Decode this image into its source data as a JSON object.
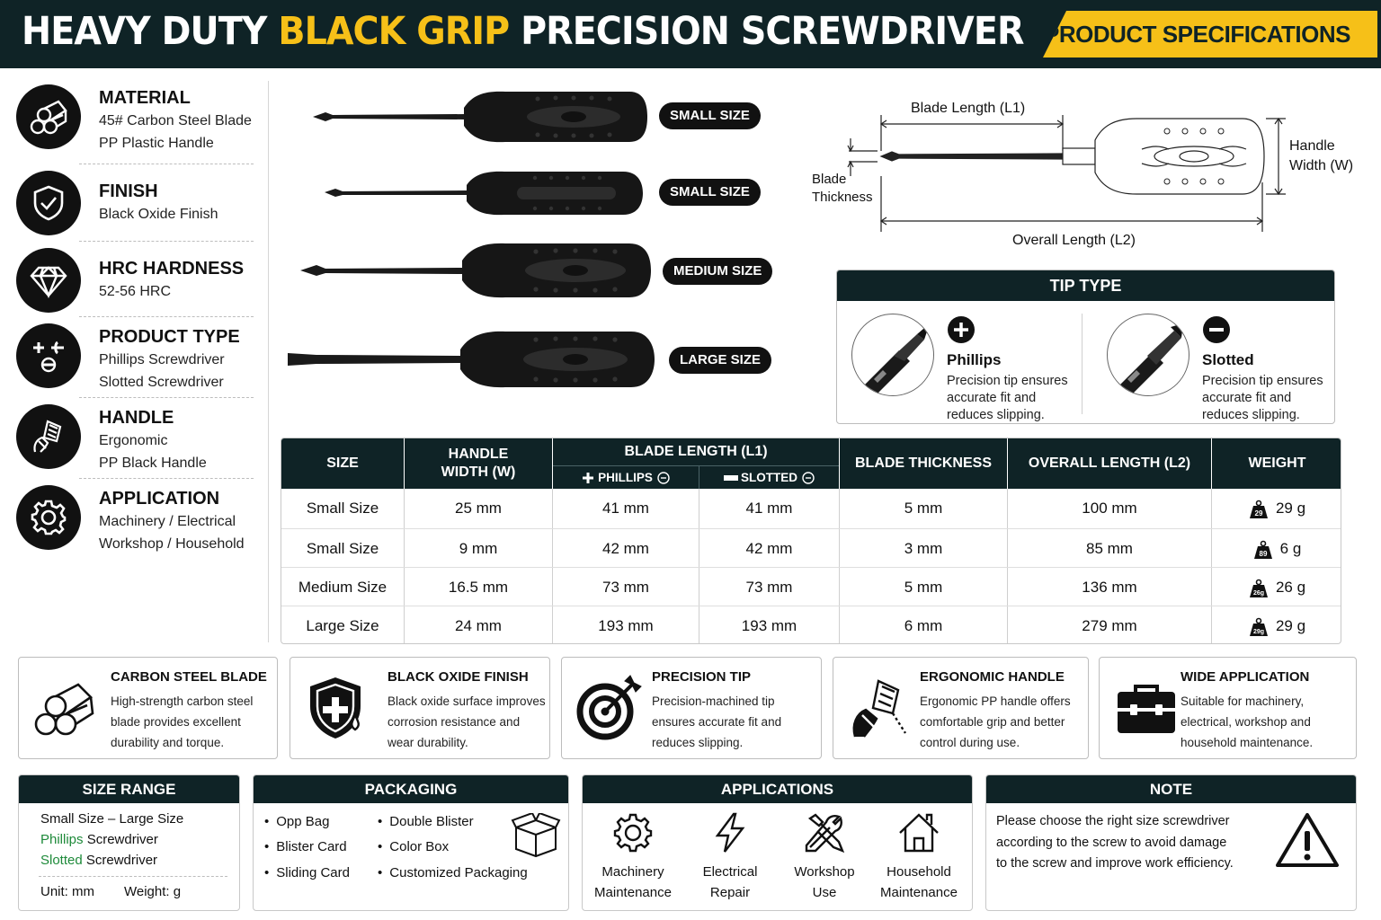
{
  "header": {
    "title_part1": "HEAVY DUTY ",
    "title_highlight": "BLACK GRIP",
    "title_part2": " PRECISION SCREWDRIVER",
    "spec_tab": "PRODUCT SPECIFICATIONS"
  },
  "specs": [
    {
      "heading": "MATERIAL",
      "lines": [
        "45# Carbon Steel Blade",
        "PP Plastic Handle"
      ],
      "icon": "steel-bars-icon"
    },
    {
      "heading": "FINISH",
      "lines": [
        "Black Oxide Finish"
      ],
      "icon": "shield-check-icon"
    },
    {
      "heading": "HRC HARDNESS",
      "lines": [
        "52-56 HRC"
      ],
      "icon": "diamond-icon"
    },
    {
      "heading": "PRODUCT TYPE",
      "lines": [
        "Phillips Screwdriver",
        "Slotted Screwdriver"
      ],
      "icon": "tip-types-icon"
    },
    {
      "heading": "HANDLE",
      "lines": [
        "Ergonomic",
        "PP Black Handle"
      ],
      "icon": "hand-grip-icon"
    },
    {
      "heading": "APPLICATION",
      "lines": [
        "Machinery / Electrical",
        "Workshop / Household"
      ],
      "icon": "gear-icon"
    }
  ],
  "size_pills": [
    "SMALL SIZE",
    "SMALL SIZE",
    "MEDIUM SIZE",
    "LARGE SIZE"
  ],
  "diagram": {
    "blade_length": "Blade Length (L1)",
    "blade_thickness": [
      "Blade",
      "Thickness"
    ],
    "handle_width": [
      "Handle",
      "Width (W)"
    ],
    "overall_length": "Overall Length (L2)"
  },
  "tip_type": {
    "title": "TIP TYPE",
    "tips": [
      {
        "name": "Phillips",
        "desc": "Precision tip ensures accurate fit and reduces slipping.",
        "icon": "phillips-tip-icon"
      },
      {
        "name": "Slotted",
        "desc": "Precision tip ensures accurate fit and reduces slipping.",
        "icon": "slotted-tip-icon"
      }
    ]
  },
  "table": {
    "headers": {
      "size": "SIZE",
      "handle_width": "HANDLE WIDTH (W)",
      "blade_length": "BLADE LENGTH (L1)",
      "phillips": "PHILLIPS",
      "slotted": "SLOTTED",
      "blade_thickness": "BLADE THICKNESS",
      "overall_length": "OVERALL LENGTH (L2)",
      "weight": "WEIGHT"
    },
    "rows": [
      {
        "size": "Small Size",
        "handle_width": "25 mm",
        "phillips": "41 mm",
        "slotted": "41 mm",
        "thickness": "5 mm",
        "overall": "100 mm",
        "weight": "29 g",
        "weight_icon_text": "29"
      },
      {
        "size": "Small Size",
        "handle_width": "9 mm",
        "phillips": "42 mm",
        "slotted": "42 mm",
        "thickness": "3 mm",
        "overall": "85 mm",
        "weight": "6 g",
        "weight_icon_text": "89"
      },
      {
        "size": "Medium Size",
        "handle_width": "16.5 mm",
        "phillips": "73 mm",
        "slotted": "73 mm",
        "thickness": "5 mm",
        "overall": "136 mm",
        "weight": "26 g",
        "weight_icon_text": "26g"
      },
      {
        "size": "Large Size",
        "handle_width": "24 mm",
        "phillips": "193 mm",
        "slotted": "193 mm",
        "thickness": "6 mm",
        "overall": "279 mm",
        "weight": "29 g",
        "weight_icon_text": "29g"
      }
    ]
  },
  "features": [
    {
      "title": "CARBON STEEL BLADE",
      "lines": [
        "High-strength carbon steel",
        "blade provides excellent",
        "durability and torque."
      ],
      "icon": "steel-bars-icon"
    },
    {
      "title": "BLACK OXIDE FINISH",
      "lines": [
        "Black oxide surface improves",
        "corrosion resistance and",
        "wear durability."
      ],
      "icon": "shield-drop-icon"
    },
    {
      "title": "PRECISION TIP",
      "lines": [
        "Precision-machined tip",
        "ensures accurate fit and",
        "reduces slipping."
      ],
      "icon": "target-icon"
    },
    {
      "title": "ERGONOMIC HANDLE",
      "lines": [
        "Ergonomic PP handle offers",
        "comfortable grip and better",
        "control during use."
      ],
      "icon": "hand-grip-icon"
    },
    {
      "title": "WIDE APPLICATION",
      "lines": [
        "Suitable for machinery,",
        "electrical, workshop and",
        "household maintenance."
      ],
      "icon": "toolbox-icon"
    }
  ],
  "size_range": {
    "title": "SIZE RANGE",
    "range": "Small Size – Large Size",
    "phillips_word": "Phillips",
    "slotted_word": "Slotted",
    "suffix": " Screwdriver",
    "unit": "Unit: mm",
    "weight": "Weight: g"
  },
  "packaging": {
    "title": "PACKAGING",
    "items": [
      "Opp Bag",
      "Blister Card",
      "Sliding Card",
      "Double Blister",
      "Color Box",
      "Customized Packaging"
    ]
  },
  "applications": {
    "title": "APPLICATIONS",
    "items": [
      {
        "lines": [
          "Machinery",
          "Maintenance"
        ],
        "icon": "gear-icon"
      },
      {
        "lines": [
          "Electrical",
          "Repair"
        ],
        "icon": "lightning-icon"
      },
      {
        "lines": [
          "Workshop",
          "Use"
        ],
        "icon": "wrench-screwdriver-icon"
      },
      {
        "lines": [
          "Household",
          "Maintenance"
        ],
        "icon": "house-icon"
      }
    ]
  },
  "note": {
    "title": "NOTE",
    "lines": [
      "Please choose the right size screwdriver",
      "according to the screw to avoid damage",
      "to the screw and improve work efficiency."
    ],
    "icon": "warning-icon"
  }
}
